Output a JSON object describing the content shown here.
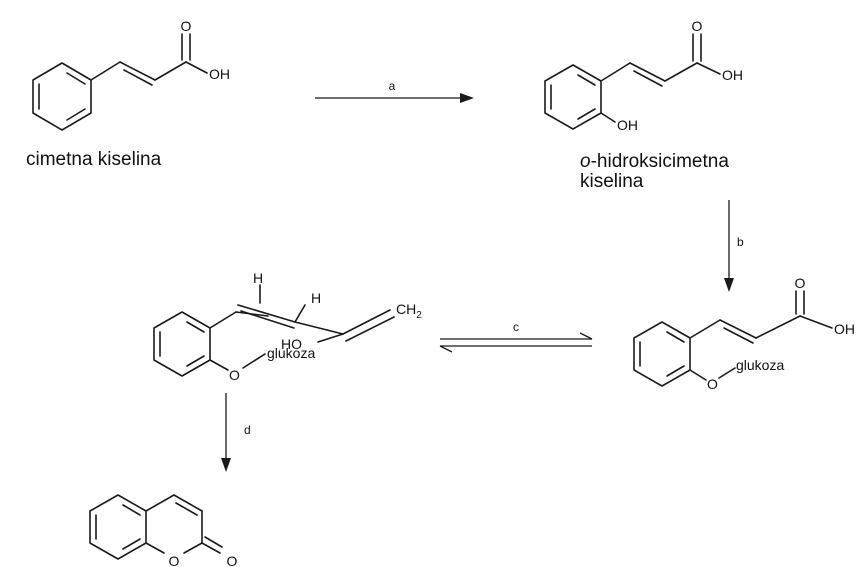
{
  "compounds": {
    "cinnamic": {
      "name": "cimetna kiselina",
      "O": "O",
      "OH": "OH"
    },
    "ohc": {
      "name_prefix": "o",
      "name_rest": "-hidroksicimetna",
      "name_line2": "kiselina",
      "O": "O",
      "OH1": "OH",
      "OH2": "OH"
    },
    "glucoside_acid": {
      "O": "O",
      "OH": "OH",
      "O_ether": "O",
      "sugar": "glukoza"
    },
    "intermediate": {
      "H1": "H",
      "H2": "H",
      "CH": "CH",
      "CH_sub": "2",
      "HO": "HO",
      "O_ether": "O",
      "sugar": "glukoza"
    },
    "coumarin": {
      "O_ring": "O",
      "O_carbonyl": "O"
    }
  },
  "steps": {
    "a": "a",
    "b": "b",
    "c": "c",
    "d": "d"
  }
}
